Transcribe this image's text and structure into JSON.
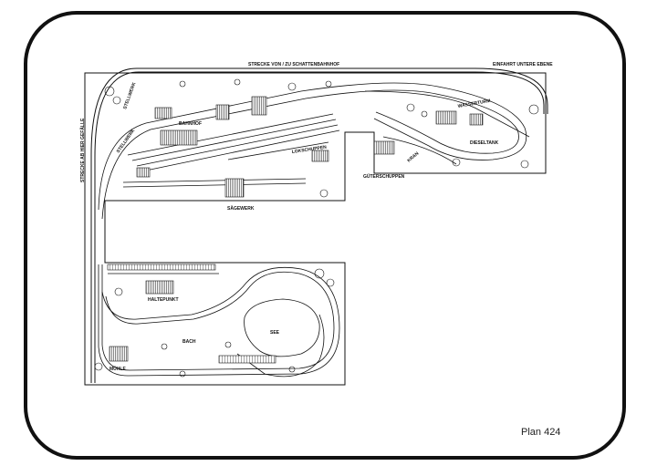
{
  "plan_number": "Plan 424",
  "labels": {
    "strecke_top": "STRECKE VON / ZU SCHATTENBAHNHOF",
    "einfahrt": "EINFAHRT UNTERE EBENE",
    "strecke_side": "STRECKE AB HIER GEFÄLLE",
    "stellwerk_top": "STELLWERK",
    "stellwerk_left": "STELLWERK",
    "bahnhof": "BAHNHOF",
    "lokschuppen": "LOKSCHUPPEN",
    "saegewerk": "SÄGEWERK",
    "wasserturm": "WASSERTURM",
    "dieseltank": "DIESELTANK",
    "kran": "KRAN",
    "gueterschuppen": "GÜTERSCHUPPEN",
    "haltepunkt": "HALTEPUNKT",
    "bach": "BACH",
    "see": "SEE",
    "muehle": "MÜHLE"
  }
}
